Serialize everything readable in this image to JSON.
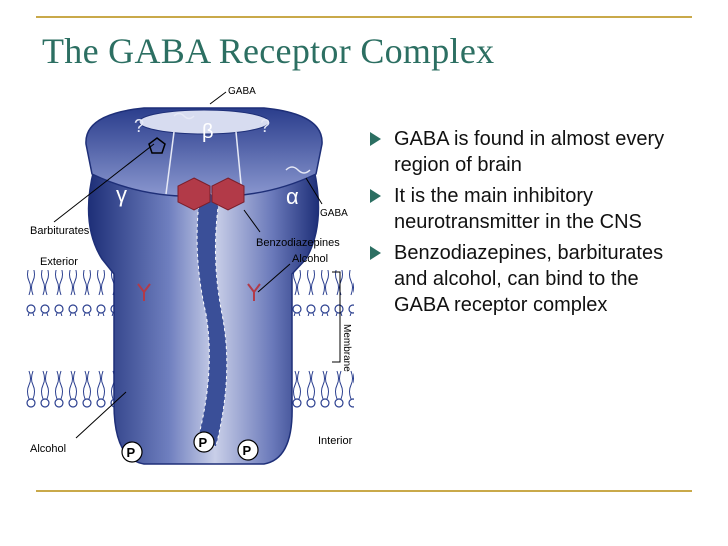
{
  "slide": {
    "title": "The GABA Receptor Complex",
    "accent_color": "#2c6f62",
    "rule_color": "#c9a94a"
  },
  "bullets": [
    "GABA is found in almost every region of brain",
    "It is the main inhibitory neurotransmitter in the CNS",
    "Benzodiazepines, barbiturates and alcohol, can bind to the GABA receptor complex"
  ],
  "diagram": {
    "labels": {
      "gaba_top": "GABA",
      "gaba_right": "GABA",
      "barbiturates": "Barbiturates",
      "benzodiazepines": "Benzodiazepines",
      "alcohol_right": "Alcohol",
      "alcohol_bottom": "Alcohol",
      "exterior": "Exterior",
      "interior": "Interior",
      "membrane": "Membrane"
    },
    "subunits": {
      "beta": "β",
      "alpha": "α",
      "gamma": "γ",
      "unknown_left": "?",
      "unknown_right": "?"
    },
    "phosphate": "P",
    "colors": {
      "channel_dark": "#1e2f78",
      "channel_light": "#c9cfe8",
      "binding_site": "#b23a48",
      "lipid": "#2b3f8f"
    }
  }
}
